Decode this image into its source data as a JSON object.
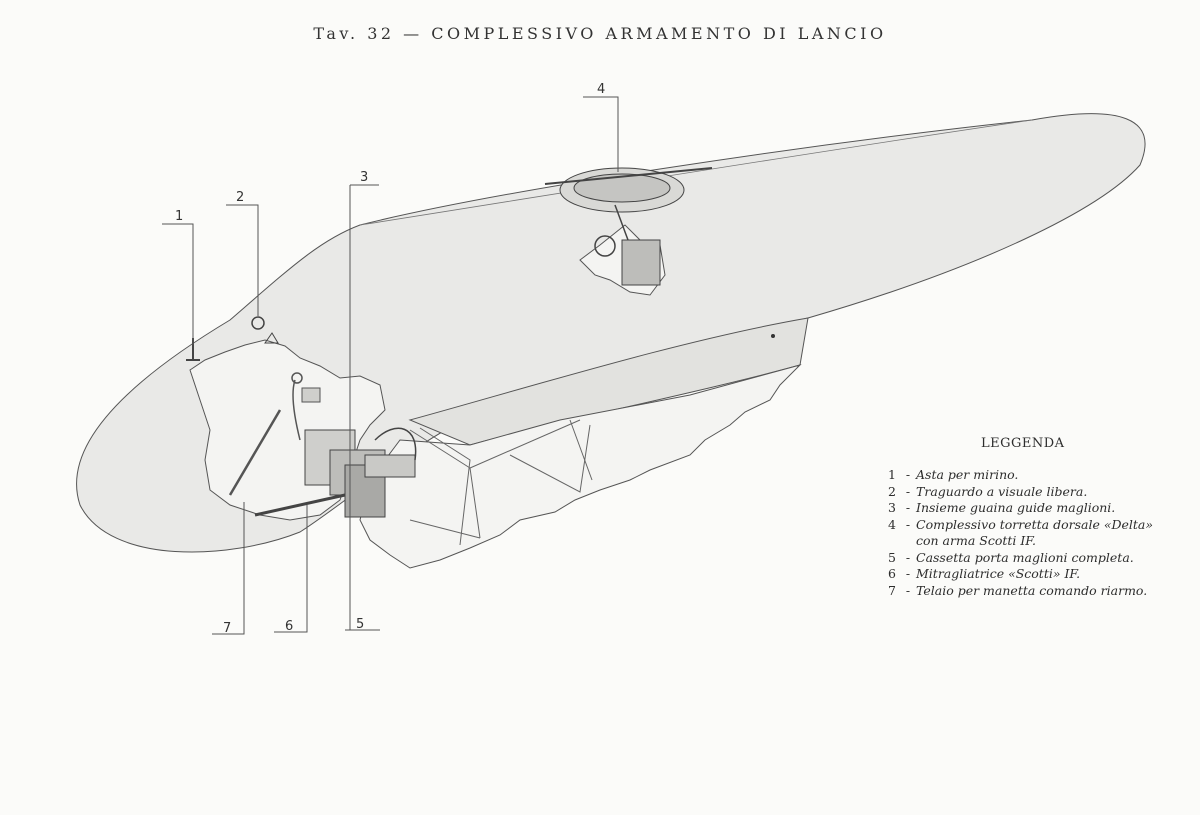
{
  "title": "Tav. 32 — COMPLESSIVO ARMAMENTO DI LANCIO",
  "callouts": [
    "1",
    "2",
    "3",
    "4",
    "5",
    "6",
    "7"
  ],
  "legend": {
    "title": "LEGGENDA",
    "items": [
      {
        "num": "1",
        "text": "Asta per mirino."
      },
      {
        "num": "2",
        "text": "Traguardo a visuale libera."
      },
      {
        "num": "3",
        "text": "Insieme guaina guide maglioni."
      },
      {
        "num": "4",
        "text": "Complessivo torretta dorsale «Delta»\ncon arma Scotti IF."
      },
      {
        "num": "5",
        "text": "Cassetta porta maglioni completa."
      },
      {
        "num": "6",
        "text": "Mitragliatrice «Scotti» IF."
      },
      {
        "num": "7",
        "text": "Telaio per manetta comando riarmo."
      }
    ]
  },
  "colors": {
    "fuselage_fill": "#e9e9e7",
    "line": "#555555",
    "cutaway_fill": "#f6f6f4",
    "paper": "#fbfbf9"
  }
}
